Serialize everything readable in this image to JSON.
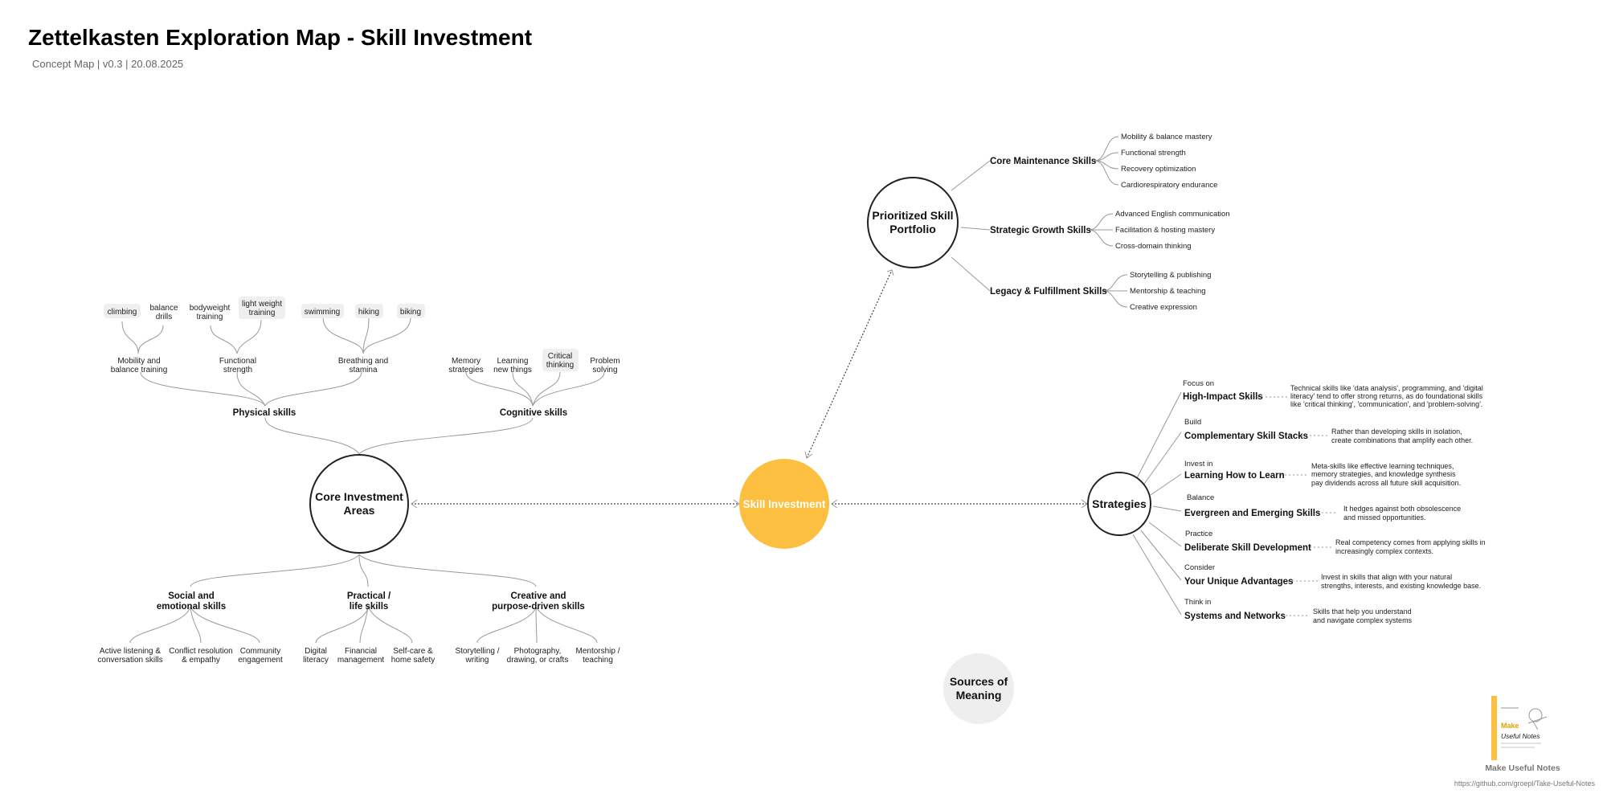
{
  "header": {
    "title": "Zettelkasten Exploration Map - Skill Investment",
    "subtitle": "Concept Map | v0.3 | 20.08.2025"
  },
  "colors": {
    "center": "#FDBF3F",
    "node_stroke": "#222222",
    "leaf_bg": "#EFEFEF",
    "meaning_bg": "#EEEEEE"
  },
  "center": {
    "label": "Skill Investment"
  },
  "core": {
    "label_l1": "Core Investment",
    "label_l2": "Areas",
    "physical": {
      "label": "Physical skills",
      "groups": [
        {
          "l1": "Mobility and",
          "l2": "balance training",
          "leaves": [
            {
              "l1": "climbing",
              "l2": ""
            },
            {
              "l1": "balance",
              "l2": "drills"
            }
          ]
        },
        {
          "l1": "Functional",
          "l2": "strength",
          "leaves": [
            {
              "l1": "bodyweight",
              "l2": "training"
            },
            {
              "l1": "light weight",
              "l2": "training"
            }
          ]
        },
        {
          "l1": "Breathing and",
          "l2": "stamina",
          "leaves": [
            {
              "l1": "swimming",
              "l2": ""
            },
            {
              "l1": "hiking",
              "l2": ""
            },
            {
              "l1": "biking",
              "l2": ""
            }
          ]
        }
      ]
    },
    "cognitive": {
      "label": "Cognitive skills",
      "leaves": [
        {
          "l1": "Memory",
          "l2": "strategies"
        },
        {
          "l1": "Learning",
          "l2": "new things"
        },
        {
          "l1": "Critical",
          "l2": "thinking"
        },
        {
          "l1": "Problem",
          "l2": "solving"
        }
      ]
    },
    "social": {
      "l1": "Social and",
      "l2": "emotional skills",
      "leaves": [
        {
          "l1": "Active listening &",
          "l2": "conversation skills"
        },
        {
          "l1": "Conflict resolution",
          "l2": "& empathy"
        },
        {
          "l1": "Community",
          "l2": "engagement"
        }
      ]
    },
    "practical": {
      "l1": "Practical /",
      "l2": "life skills",
      "leaves": [
        {
          "l1": "Digital",
          "l2": "literacy"
        },
        {
          "l1": "Financial",
          "l2": "management"
        },
        {
          "l1": "Self-care &",
          "l2": "home safety"
        }
      ]
    },
    "creative": {
      "l1": "Creative and",
      "l2": "purpose-driven skills",
      "leaves": [
        {
          "l1": "Storytelling /",
          "l2": "writing"
        },
        {
          "l1": "Photography,",
          "l2": "drawing, or crafts"
        },
        {
          "l1": "Mentorship /",
          "l2": "teaching"
        }
      ]
    }
  },
  "portfolio": {
    "label_l1": "Prioritized Skill",
    "label_l2": "Portfolio",
    "branches": [
      {
        "label": "Core Maintenance Skills",
        "leaves": [
          "Mobility & balance mastery",
          "Functional strength",
          "Recovery optimization",
          "Cardiorespiratory endurance"
        ]
      },
      {
        "label": "Strategic Growth Skills",
        "leaves": [
          "Advanced English communication",
          "Facilitation & hosting mastery",
          "Cross-domain thinking"
        ]
      },
      {
        "label": "Legacy & Fulfillment Skills",
        "leaves": [
          "Storytelling & publishing",
          "Mentorship & teaching",
          "Creative expression"
        ]
      }
    ]
  },
  "strategies": {
    "label": "Strategies",
    "items": [
      {
        "prefix": "Focus on",
        "title": "High-Impact Skills",
        "desc": [
          "Technical skills like 'data analysis', programming, and 'digital",
          "literacy' tend to offer strong returns, as do foundational skills",
          "like 'critical thinking', 'communication', and 'problem-solving'."
        ]
      },
      {
        "prefix": "Build",
        "title": "Complementary Skill Stacks",
        "desc": [
          "Rather than developing skills in isolation,",
          "create combinations that amplify each other."
        ]
      },
      {
        "prefix": "Invest in",
        "title": "Learning How to Learn",
        "desc": [
          "Meta-skills like effective learning techniques,",
          "memory strategies, and knowledge synthesis",
          "pay dividends across all future skill acquisition."
        ]
      },
      {
        "prefix": "Balance",
        "title": "Evergreen and Emerging Skills",
        "desc": [
          "It hedges against both obsolescence",
          "and missed opportunities."
        ]
      },
      {
        "prefix": "Practice",
        "title": "Deliberate Skill Development",
        "desc": [
          "Real competency comes from applying skills in",
          "increasingly complex contexts."
        ]
      },
      {
        "prefix": "Consider",
        "title": "Your Unique Advantages",
        "desc": [
          "Invest in skills that align with your natural",
          "strengths, interests, and existing knowledge base."
        ]
      },
      {
        "prefix": "Think in",
        "title": "Systems and Networks",
        "desc": [
          "Skills that help you understand",
          "and navigate complex systems"
        ]
      }
    ]
  },
  "meaning": {
    "l1": "Sources of",
    "l2": "Meaning"
  },
  "footer": {
    "logo_l1": "Make",
    "logo_l2": "Useful Notes",
    "label": "Make Useful Notes",
    "url": "https://github.com/groepl/Take-Useful-Notes"
  }
}
